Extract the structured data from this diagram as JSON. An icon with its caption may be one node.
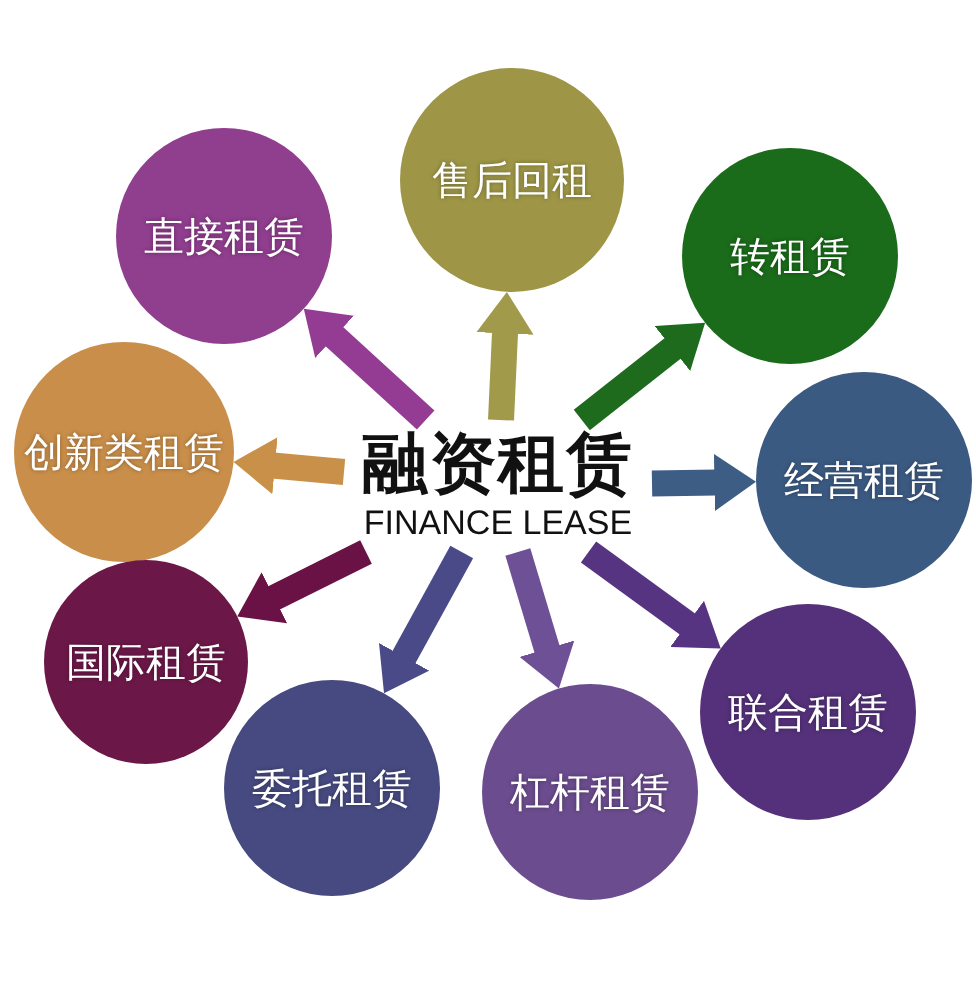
{
  "diagram": {
    "nodes": [
      {
        "text": [
          "融资租赁",
          "FINANCE LEASE"
        ]
      },
      {
        "text": [
          "售后回租"
        ]
      },
      {
        "text": [
          "直接租赁"
        ]
      },
      {
        "text": [
          "转租赁"
        ]
      },
      {
        "text": [
          "创新类租赁"
        ]
      },
      {
        "text": [
          "经营租赁"
        ]
      },
      {
        "text": [
          "国际租赁"
        ]
      },
      {
        "text": [
          "联合租赁"
        ]
      },
      {
        "text": [
          "委托租赁"
        ]
      },
      {
        "text": [
          "杠杆租赁"
        ]
      }
    ],
    "edges": [
      {
        "from": 0,
        "to": 1,
        "arrow": "to",
        "color": "#a09a4a"
      },
      {
        "from": 0,
        "to": 2,
        "arrow": "to",
        "color": "#943c94"
      },
      {
        "from": 0,
        "to": 3,
        "arrow": "to",
        "color": "#1e6b1e"
      },
      {
        "from": 0,
        "to": 4,
        "arrow": "to",
        "color": "#c89048"
      },
      {
        "from": 0,
        "to": 5,
        "arrow": "to",
        "color": "#3d5d85"
      },
      {
        "from": 0,
        "to": 6,
        "arrow": "to",
        "color": "#6a1245"
      },
      {
        "from": 0,
        "to": 7,
        "arrow": "to",
        "color": "#563482"
      },
      {
        "from": 0,
        "to": 8,
        "arrow": "to",
        "color": "#4a4a88"
      },
      {
        "from": 0,
        "to": 9,
        "arrow": "to",
        "color": "#6e5096"
      }
    ]
  }
}
